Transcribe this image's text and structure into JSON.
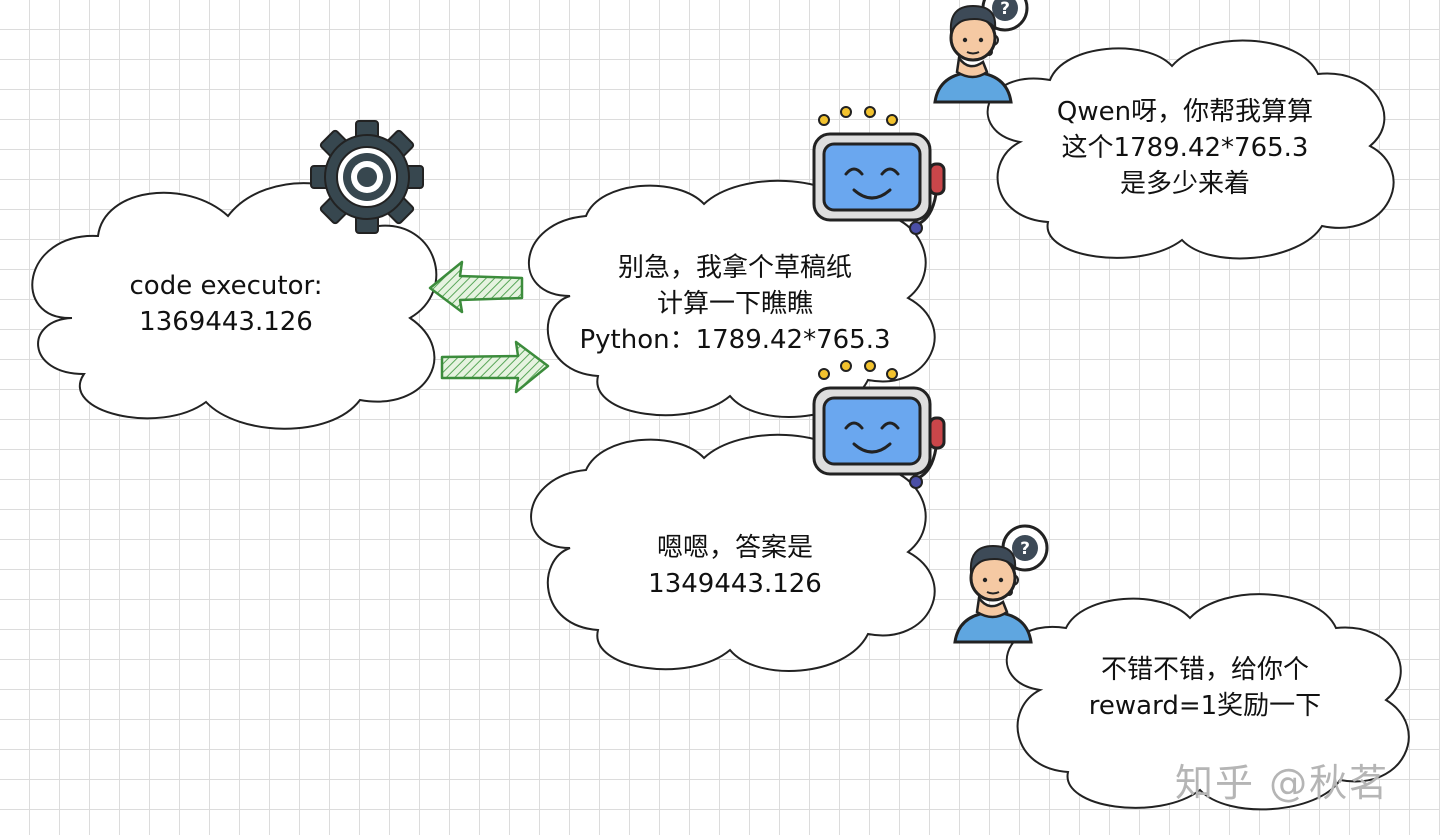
{
  "nodes": {
    "executor": {
      "lines": [
        "code executor:",
        "1369443.126"
      ]
    },
    "robot_top": {
      "lines": [
        "别急，我拿个草稿纸",
        "计算一下瞧瞧",
        "Python：1789.42*765.3"
      ]
    },
    "user_top": {
      "lines": [
        "Qwen呀，你帮我算算",
        "这个1789.42*765.3",
        "是多少来着"
      ]
    },
    "robot_bottom": {
      "lines": [
        "嗯嗯，答案是",
        "1349443.126"
      ]
    },
    "user_bottom": {
      "lines": [
        "不错不错，给你个",
        "reward=1奖励一下"
      ]
    }
  },
  "watermark": "知乎 @秋茗",
  "icons": [
    "gear-icon",
    "robot-icon",
    "thinking-user-icon",
    "left-arrow-icon",
    "right-arrow-icon"
  ],
  "colors": {
    "bubble_stroke": "#222222",
    "arrow_green": "#3c8c3c",
    "robot_screen": "#6aa7ef",
    "robot_body": "#dedede",
    "gear": "#37474f",
    "user_shirt": "#5fa6e0",
    "skin": "#f5c9a3",
    "hair": "#3d4a57",
    "antenna_dots": "#f2c22e"
  }
}
